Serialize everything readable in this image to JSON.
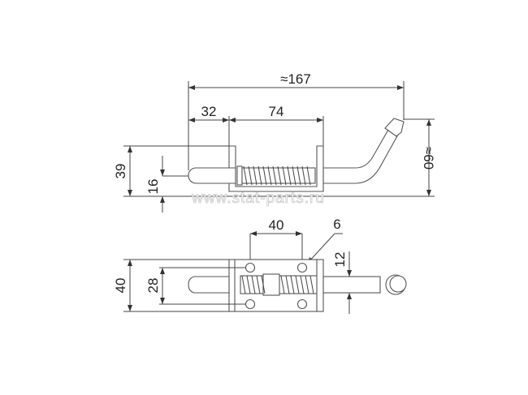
{
  "watermark": "www.stat-parts.ru",
  "top_view": {
    "overall_length": "≈167",
    "pin_extension": "32",
    "plate_length": "74",
    "height": "39",
    "pin_height": "16",
    "handle_height": "≈60"
  },
  "bottom_view": {
    "hole_spacing": "40",
    "hole_diameter": "6",
    "plate_width": "40",
    "hole_row_spacing": "28",
    "pin_diameter": "12"
  }
}
